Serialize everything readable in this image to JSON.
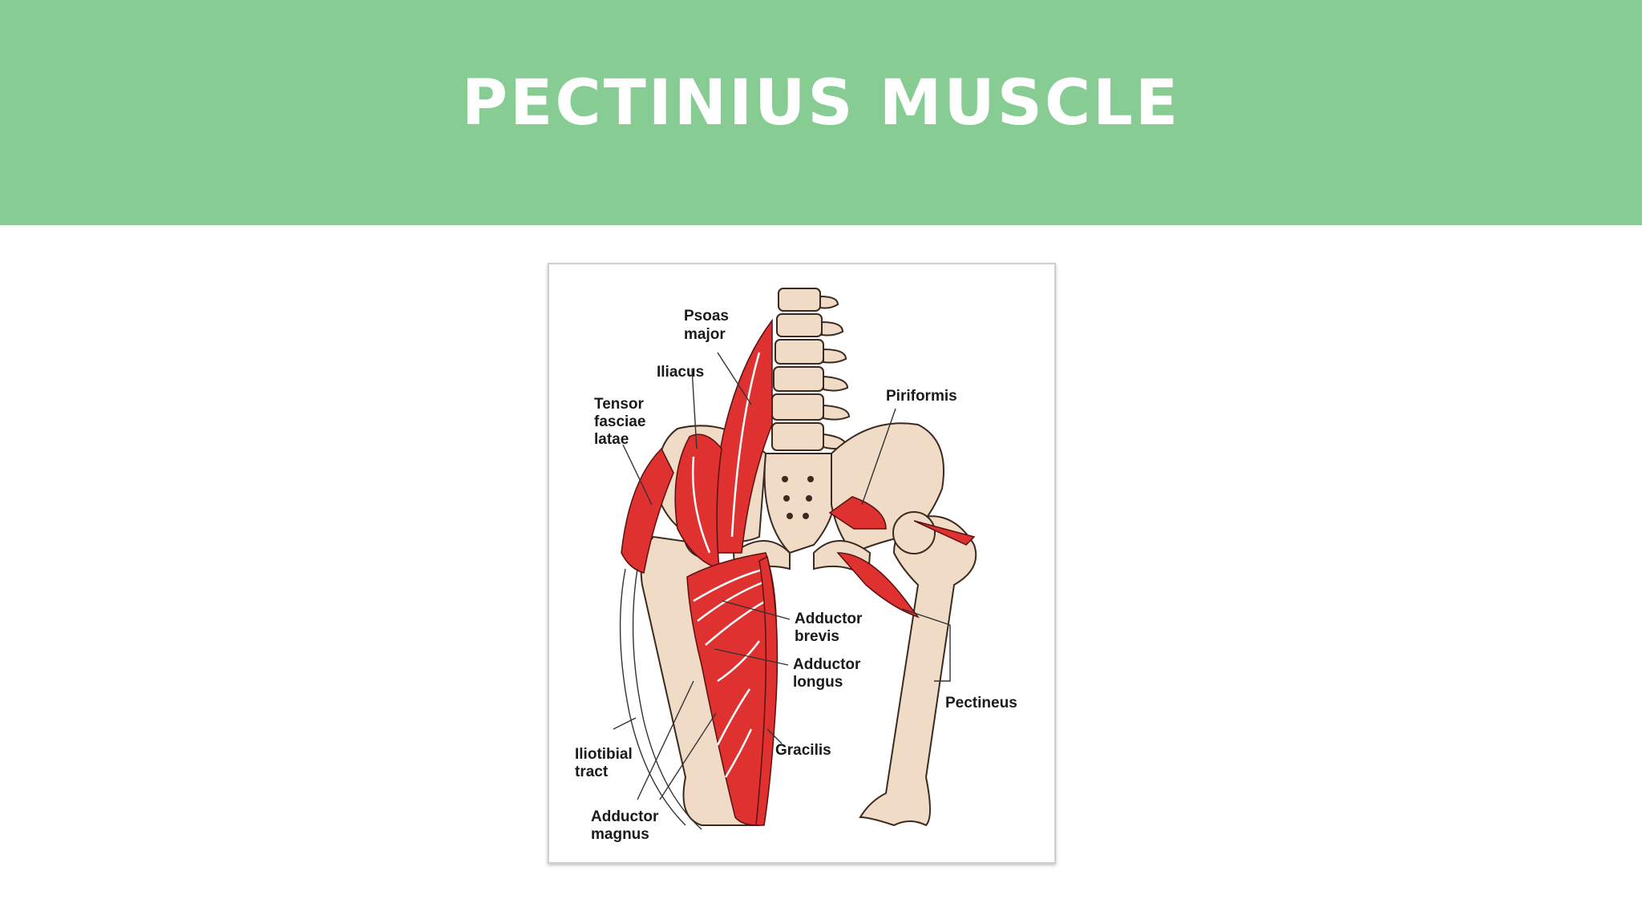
{
  "slide": {
    "title": "PECTINIUS MUSCLE",
    "header_color": "#86cc93"
  },
  "diagram": {
    "labels": {
      "psoas_1": "Psoas",
      "psoas_2": "major",
      "iliacus": "Iliacus",
      "tensor_1": "Tensor",
      "tensor_2": "fasciae",
      "tensor_3": "latae",
      "piriformis": "Piriformis",
      "add_brevis_1": "Adductor",
      "add_brevis_2": "brevis",
      "add_longus_1": "Adductor",
      "add_longus_2": "longus",
      "pectineus": "Pectineus",
      "gracilis": "Gracilis",
      "iliotibial_1": "Iliotibial",
      "iliotibial_2": "tract",
      "add_magnus_1": "Adductor",
      "add_magnus_2": "magnus"
    },
    "colors": {
      "muscle": "#e03131",
      "bone": "#f0dcc6"
    }
  }
}
